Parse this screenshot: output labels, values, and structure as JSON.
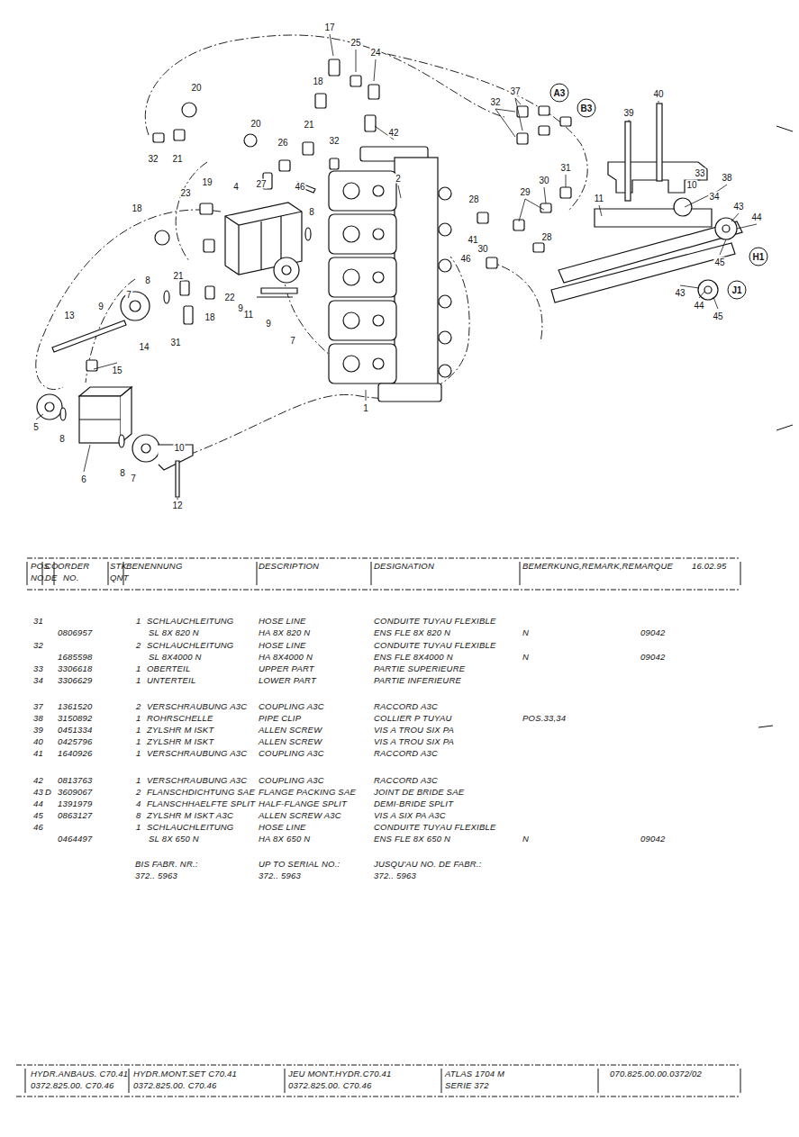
{
  "diagram": {
    "nodes": [
      {
        "text": [
          "A3"
        ]
      },
      {
        "text": [
          "B3"
        ]
      },
      {
        "text": [
          "H1"
        ]
      },
      {
        "text": [
          "J1"
        ]
      }
    ],
    "labels": [
      "17",
      "25",
      "24",
      "20",
      "18",
      "40",
      "39",
      "37",
      "32",
      "20",
      "21",
      "32",
      "42",
      "26",
      "32",
      "21",
      "31",
      "30",
      "33",
      "38",
      "10",
      "34",
      "2",
      "19",
      "4",
      "27",
      "46",
      "23",
      "28",
      "29",
      "11",
      "43",
      "44",
      "18",
      "8",
      "41",
      "30",
      "28",
      "46",
      "45",
      "8",
      "21",
      "22",
      "9",
      "43",
      "44",
      "45",
      "9",
      "7",
      "13",
      "11",
      "18",
      "9",
      "7",
      "14",
      "31",
      "15",
      "1",
      "5",
      "8",
      "6",
      "8",
      "7",
      "10",
      "12",
      "POS",
      "CO",
      "ORDER",
      "STK",
      "BENENNUNG",
      "DESCRIPTION",
      "DESIGNATION",
      "BEMERKUNG,REMARK,REMARQUE",
      "16.02.95",
      "NO.",
      "DE",
      "NO.",
      "QNT",
      "31",
      "1",
      "SCHLAUCHLEITUNG",
      "HOSE LINE",
      "CONDUITE TUYAU FLEXIBLE",
      "0806957",
      "SL 8X 820 N",
      "HA 8X 820 N",
      "ENS FLE 8X 820 N",
      "N",
      "09042",
      "32",
      "2",
      "SCHLAUCHLEITUNG",
      "HOSE LINE",
      "CONDUITE TUYAU FLEXIBLE",
      "1685598",
      "SL 8X4000 N",
      "HA 8X4000 N",
      "ENS FLE 8X4000 N",
      "N",
      "09042",
      "33",
      "3306618",
      "1",
      "OBERTEIL",
      "UPPER PART",
      "PARTIE SUPERIEURE",
      "34",
      "3306629",
      "1",
      "UNTERTEIL",
      "LOWER PART",
      "PARTIE INFERIEURE",
      "37",
      "1361520",
      "2",
      "VERSCHRAUBUNG A3C",
      "COUPLING A3C",
      "RACCORD A3C",
      "38",
      "3150892",
      "1",
      "ROHRSCHELLE",
      "PIPE CLIP",
      "COLLIER P TUYAU",
      "POS.33,34",
      "39",
      "0451334",
      "1",
      "ZYLSHR M ISKT",
      "ALLEN SCREW",
      "VIS A TROU SIX PA",
      "40",
      "0425796",
      "1",
      "ZYLSHR M ISKT",
      "ALLEN SCREW",
      "VIS A TROU SIX PA",
      "41",
      "1640926",
      "1",
      "VERSCHRAUBUNG A3C",
      "COUPLING A3C",
      "RACCORD A3C",
      "42",
      "0813763",
      "1",
      "VERSCHRAUBUNG A3C",
      "COUPLING A3C",
      "RACCORD A3C",
      "43",
      "D",
      "3609067",
      "2",
      "FLANSCHDICHTUNG SAE",
      "FLANGE PACKING SAE",
      "JOINT DE BRIDE SAE",
      "44",
      "1391979",
      "4",
      "FLANSCHHAELFTE SPLIT",
      "HALF-FLANGE SPLIT",
      "DEMI-BRIDE SPLIT",
      "45",
      "0863127",
      "8",
      "ZYLSHR M ISKT A3C",
      "ALLEN SCREW A3C",
      "VIS A SIX PA A3C",
      "46",
      "1",
      "SCHLAUCHLEITUNG",
      "HOSE LINE",
      "CONDUITE TUYAU FLEXIBLE",
      "0464497",
      "SL 8X 650 N",
      "HA 8X 650 N",
      "ENS FLE 8X 650 N",
      "N",
      "09042",
      "BIS FABR. NR.:",
      "UP TO SERIAL NO.:",
      "JUSQU'AU NO. DE FABR.:",
      "372.. 5963",
      "372.. 5963",
      "372.. 5963",
      "HYDR.ANBAUS. C70.41",
      "HYDR.MONT.SET C70.41",
      "JEU MONT.HYDR.C70.41",
      "ATLAS 1704 M",
      "070.825.00.00.0372/02",
      "0372.825.00. C70.46",
      "0372.825.00. C70.46",
      "0372.825.00. C70.46",
      "SERIE 372"
    ]
  }
}
